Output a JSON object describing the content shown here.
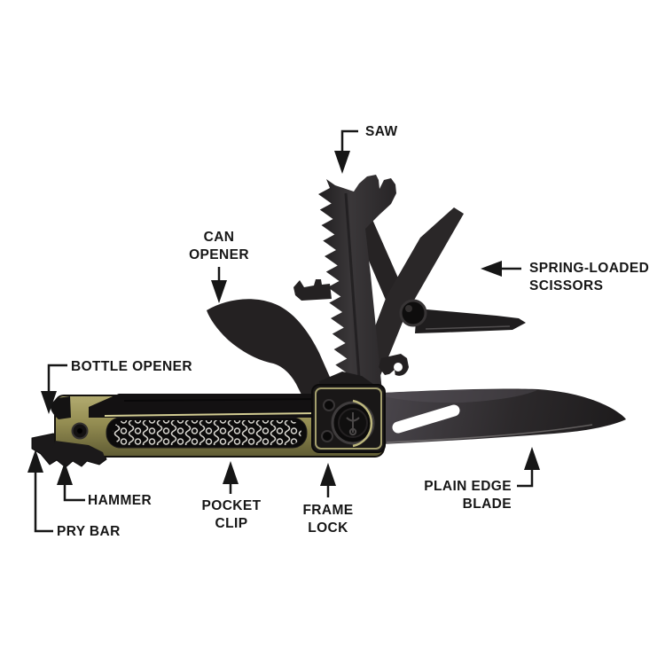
{
  "diagram": {
    "subject": "multi-tool-annotated-diagram",
    "background_color": "#ffffff",
    "label_color": "#161616",
    "handle_accent_color": "#978f55",
    "tool_color": "#232021",
    "labels": {
      "saw": {
        "line1": "SAW"
      },
      "can_opener": {
        "line1": "CAN",
        "line2": "OPENER"
      },
      "scissors": {
        "line1": "SPRING-LOADED",
        "line2": "SCISSORS"
      },
      "bottle_opener": {
        "line1": "BOTTLE OPENER"
      },
      "hammer": {
        "line1": "HAMMER"
      },
      "pry_bar": {
        "line1": "PRY BAR"
      },
      "pocket_clip": {
        "line1": "POCKET",
        "line2": "CLIP"
      },
      "frame_lock": {
        "line1": "FRAME",
        "line2": "LOCK"
      },
      "plain_edge_blade": {
        "line1": "PLAIN EDGE",
        "line2": "BLADE"
      }
    }
  }
}
